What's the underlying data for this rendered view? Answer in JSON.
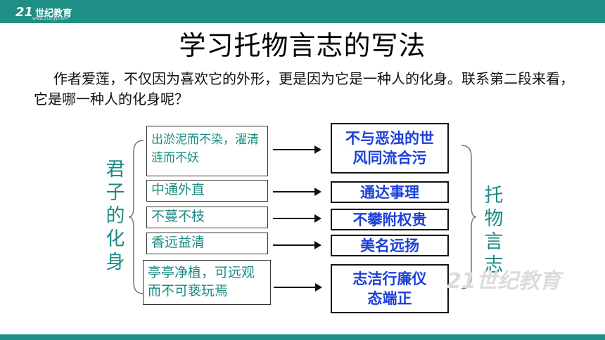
{
  "brand": {
    "mark": "21",
    "name": "世纪教育",
    "url": "www.21cnjy.com"
  },
  "title": "学习托物言志的写法",
  "intro": "作者爱莲，不仅因为喜欢它的外形，更是因为它是一种人的化身。联系第二段来看，它是哪一种人的化身呢？",
  "left_label": "君子的化身",
  "right_label": "托物言志",
  "rows": [
    {
      "left": "出淤泥而不染，濯清涟而不妖",
      "right": "不与恶浊的世风同流合污"
    },
    {
      "left": "中通外直",
      "right": "通达事理"
    },
    {
      "left": "不蔓不枝",
      "right": "不攀附权贵"
    },
    {
      "left": "香远益清",
      "right": "美名远扬"
    },
    {
      "left": "亭亭净植，可远观而不可亵玩焉",
      "right": "志洁行廉仪态端正"
    }
  ],
  "watermark": "21世纪教育",
  "colors": {
    "bar": "#1f8f86",
    "left_text": "#1a8a82",
    "right_text": "#1c3fd8"
  }
}
